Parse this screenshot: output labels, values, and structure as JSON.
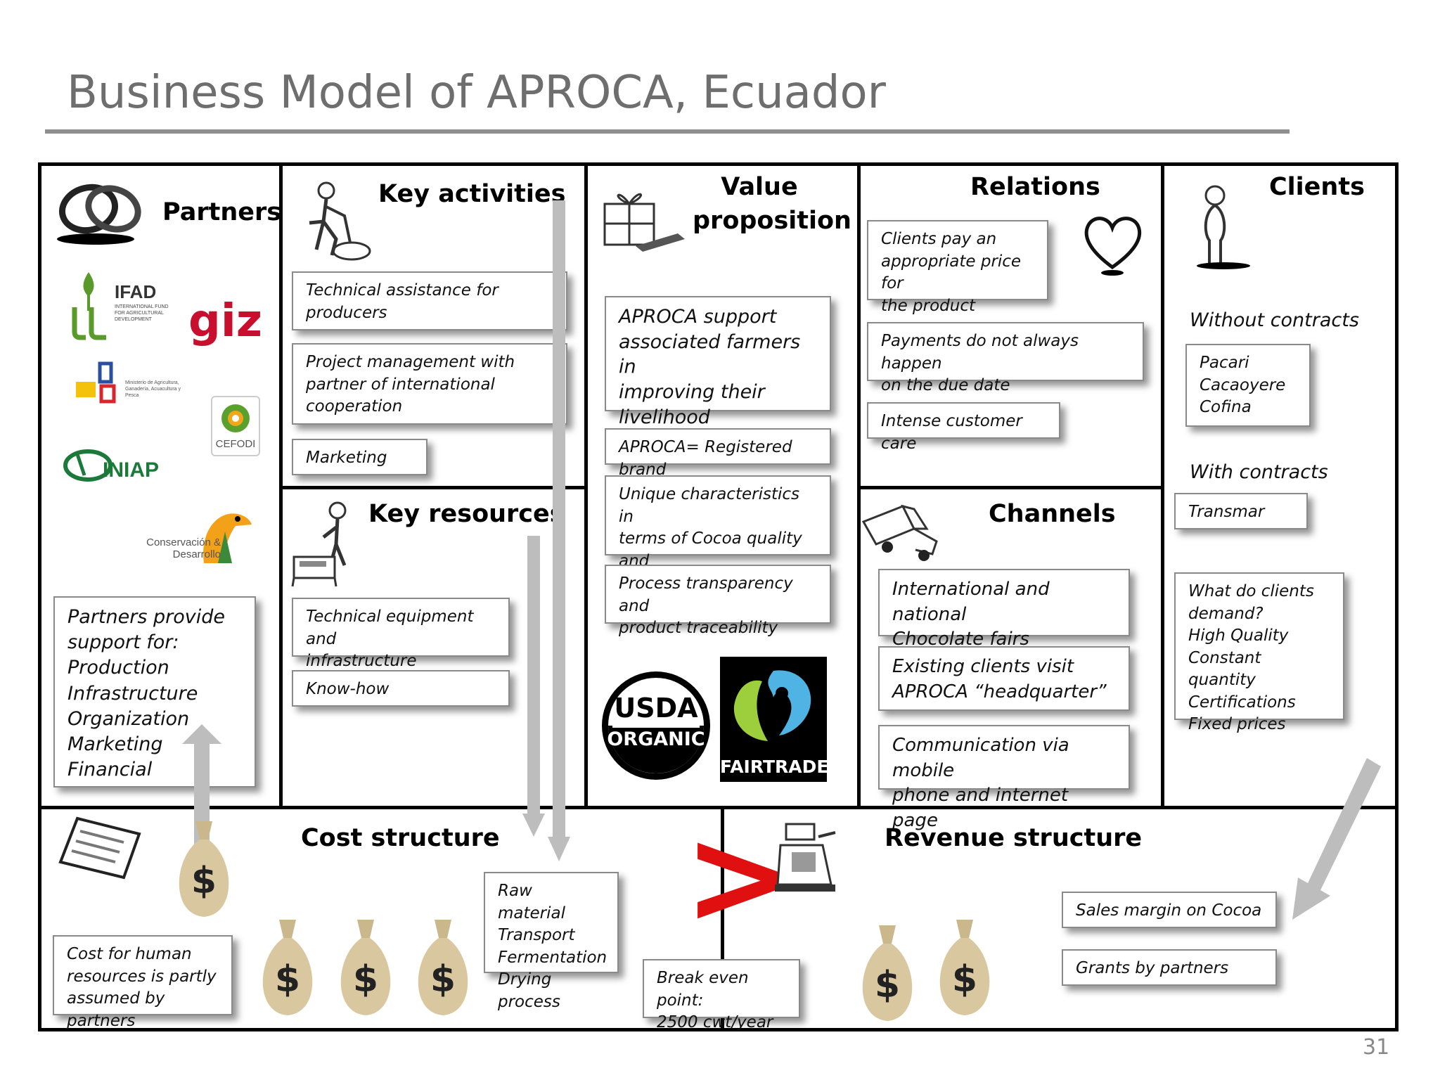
{
  "slide": {
    "title": "Business Model of APROCA, Ecuador",
    "page_number": "31"
  },
  "partners": {
    "heading": "Partners",
    "logos": {
      "ifad": "IFAD",
      "ifad_sub": "INTERNATIONAL FUND FOR AGRICULTURAL DEVELOPMENT",
      "giz": "giz",
      "ministry": "Ministerio de Agricultura, Ganadería, Acuacultura y Pesca",
      "cefodi": "CEFODI",
      "iniap": "INIAP",
      "conservacion": "Conservación & Desarrollo"
    },
    "support_box": "Partners  provide\nsupport for:\nProduction\nInfrastructure\nOrganization\nMarketing\nFinancial"
  },
  "key_activities": {
    "heading": "Key activities",
    "items": [
      "Technical assistance for\nproducers",
      "Project management with\npartner of international\ncooperation",
      "Marketing"
    ]
  },
  "key_resources": {
    "heading": "Key resources",
    "items": [
      "Technical equipment and\ninfrastructure",
      "Know-how"
    ]
  },
  "value_proposition": {
    "heading": "Value\nproposition",
    "items": [
      "APROCA support\nassociated farmers in\nimproving their\nlivelihood",
      "APROCA= Registered brand",
      "Unique characteristics in\nterms of Cocoa quality and\nenvironmental conditions",
      "Process transparency and\nproduct traceability"
    ],
    "usda_top": "USDA",
    "usda_bottom": "ORGANIC",
    "fairtrade": "FAIRTRADE"
  },
  "relations": {
    "heading": "Relations",
    "items": [
      "Clients pay an\nappropriate price for\nthe product",
      "Payments do not always happen\non the due date",
      "Intense customer care"
    ]
  },
  "channels": {
    "heading": "Channels",
    "items": [
      "International and national\nChocolate fairs",
      "Existing clients  visit\nAPROCA “headquarter”",
      "Communication via mobile\nphone and internet page"
    ]
  },
  "clients": {
    "heading": "Clients",
    "without_label": "Without contracts",
    "without_box": "Pacari\nCacaoyere\nCofina",
    "with_label": "With contracts",
    "with_box": "Transmar",
    "demand_box": "What do clients\ndemand?\nHigh Quality\nConstant quantity\nCertifications\nFixed prices"
  },
  "cost_structure": {
    "heading": "Cost structure",
    "items": [
      "Cost for human\nresources is partly\nassumed by partners",
      "Raw material\nTransport\nFermentation\nDrying process",
      "Break even point:\n2500 cwt/year"
    ],
    "money_symbol": "$"
  },
  "revenue_structure": {
    "heading": "Revenue structure",
    "items": [
      "Sales margin on Cocoa",
      "Grants by partners"
    ],
    "comparison_symbol": ">"
  },
  "colors": {
    "arrow_gray": "#bdbdbd",
    "red_symbol": "#e01010",
    "title_gray": "#6e6e6e",
    "money_bag": "#d9c79f"
  }
}
